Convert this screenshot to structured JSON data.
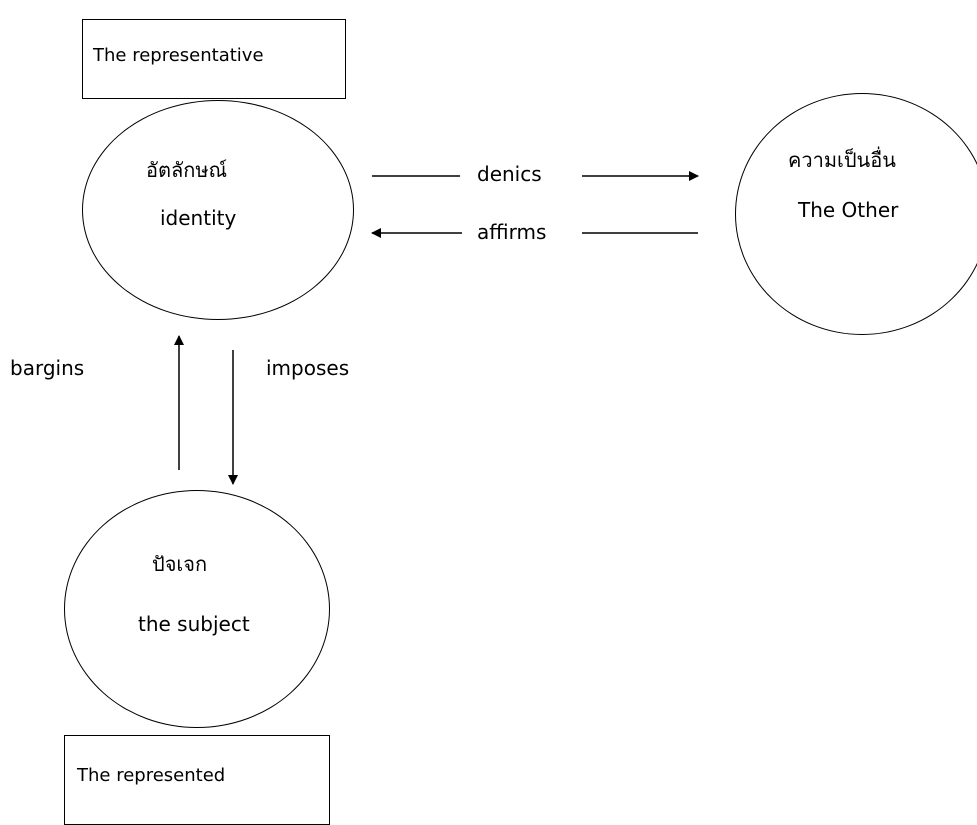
{
  "nodes": {
    "representative_box": "The representative",
    "identity": {
      "thai": "อัตลักษณ์",
      "english": "identity"
    },
    "other": {
      "thai": "ความเป็นอื่น",
      "english": "The Other"
    },
    "subject": {
      "thai": "ปัจเจก",
      "english": "the subject"
    },
    "represented_box": "The represented"
  },
  "edges": {
    "denics": "denics",
    "affirms": "affirms",
    "bargins": "bargins",
    "imposes": "imposes"
  }
}
